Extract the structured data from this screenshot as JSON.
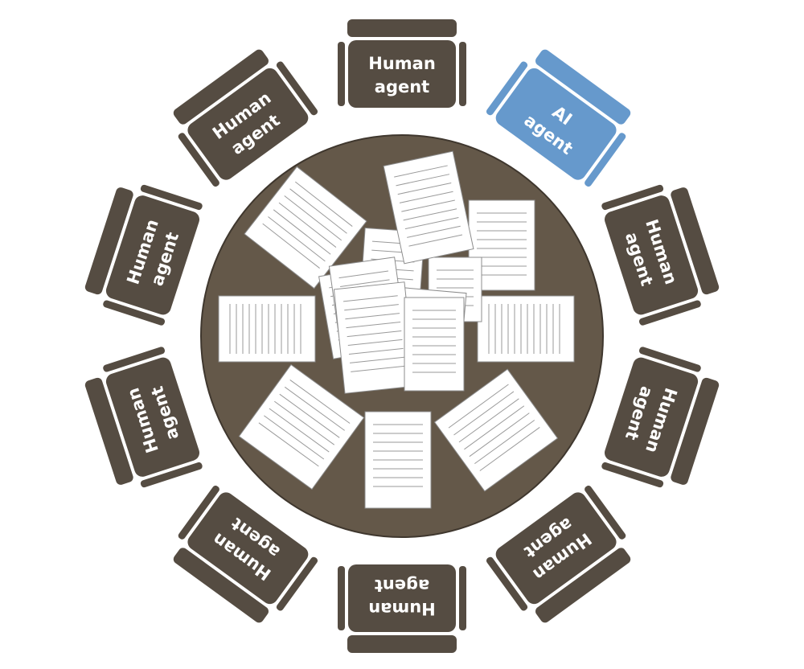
{
  "colors": {
    "human_chair": "#554c42",
    "ai_chair": "#6699cc",
    "table": "#645849",
    "table_edge": "#3f372e",
    "paper": "#ffffff",
    "paper_line": "#9a9a9a"
  },
  "seats": [
    {
      "line1": "Human",
      "line2": "agent",
      "kind": "human"
    },
    {
      "line1": "AI",
      "line2": "agent",
      "kind": "ai"
    },
    {
      "line1": "Human",
      "line2": "agent",
      "kind": "human"
    },
    {
      "line1": "Human",
      "line2": "agent",
      "kind": "human"
    },
    {
      "line1": "Human",
      "line2": "agent",
      "kind": "human"
    },
    {
      "line1": "Human",
      "line2": "agent",
      "kind": "human"
    },
    {
      "line1": "Human",
      "line2": "agent",
      "kind": "human"
    },
    {
      "line1": "Human",
      "line2": "agent",
      "kind": "human"
    },
    {
      "line1": "Human",
      "line2": "agent",
      "kind": "human"
    },
    {
      "line1": "Human",
      "line2": "agent",
      "kind": "human"
    }
  ]
}
